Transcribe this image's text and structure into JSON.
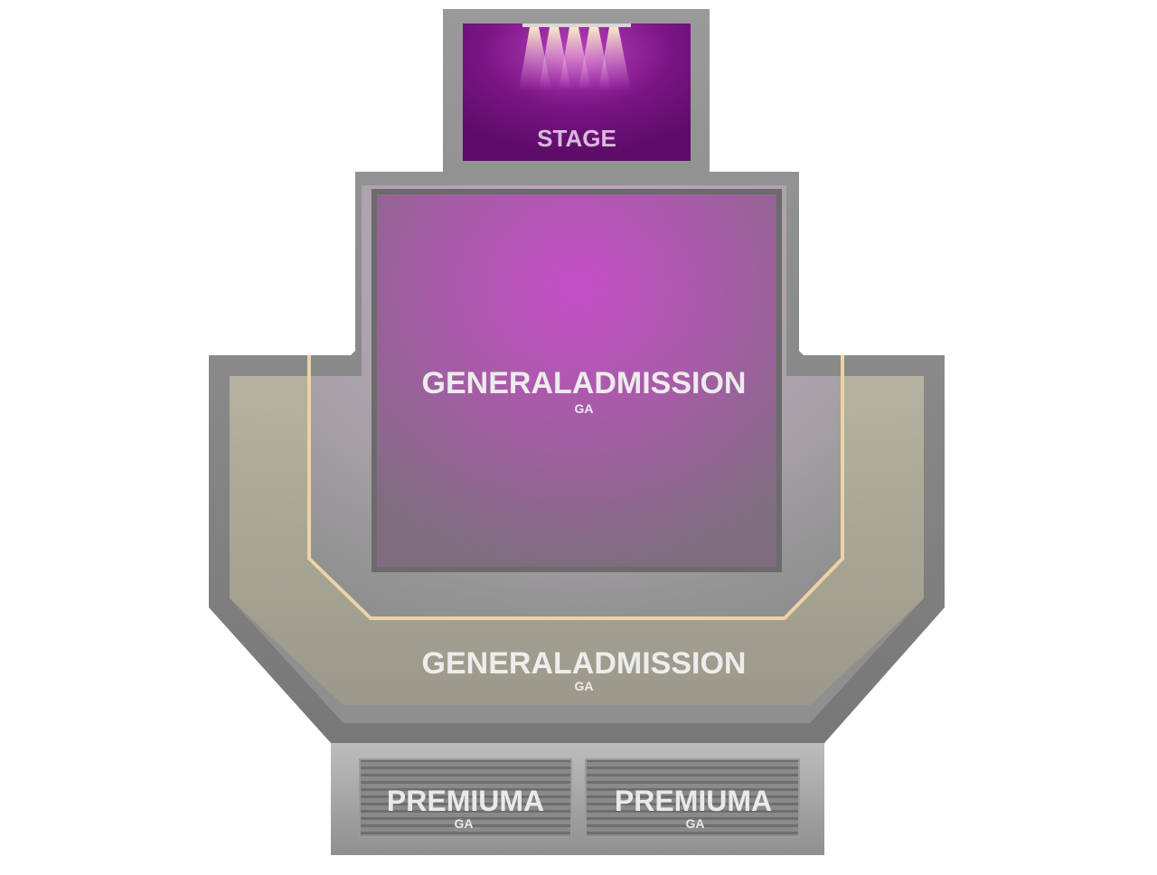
{
  "stage": {
    "label": "STAGE"
  },
  "sections": [
    {
      "id": "ga-floor",
      "name": "GENERALADMISSION",
      "code": "GA",
      "accent": "#b44cb8"
    },
    {
      "id": "ga-ring",
      "name": "GENERALADMISSION",
      "code": "GA",
      "accent": "#c7c2ac"
    },
    {
      "id": "premium-left",
      "name": "PREMIUMA",
      "code": "GA",
      "accent": "#a8a8a8"
    },
    {
      "id": "premium-right",
      "name": "PREMIUMA",
      "code": "GA",
      "accent": "#a8a8a8"
    }
  ],
  "colors": {
    "stage": "#8a1a8c",
    "floor": "#9a6a9c",
    "ring": "#a9a592",
    "outer": "#8c8c8c",
    "divider": "#e9cf9f",
    "label": "#ececec"
  }
}
